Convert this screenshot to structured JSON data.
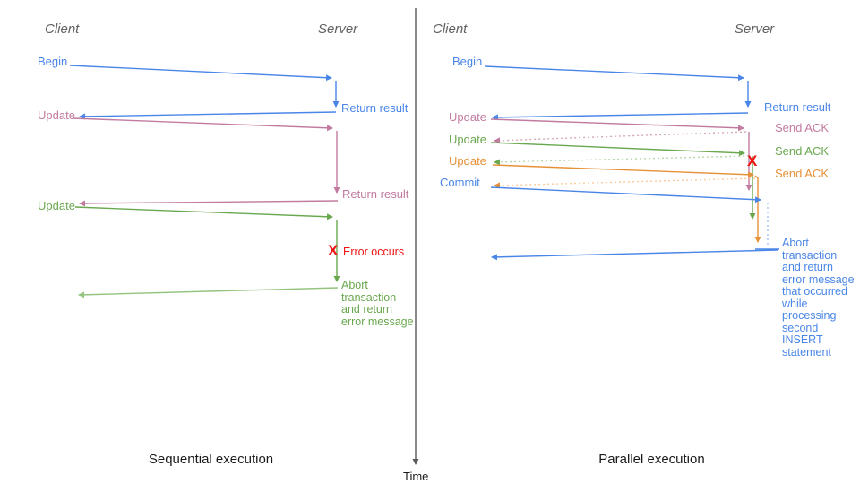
{
  "colors": {
    "blue": "#4a86e8",
    "blue_light": "#a4c2f4",
    "pink": "#c27ba0",
    "pink_light": "#d5a6bd",
    "green": "#6aa84f",
    "green_light": "#93c47d",
    "green_lighter": "#b6d7a8",
    "orange": "#e69138",
    "orange_light": "#f9cb9c",
    "red": "#f01414",
    "gray": "#616161",
    "axis": "#595959",
    "ink": "#1a1a1a"
  },
  "left": {
    "client": "Client",
    "server": "Server",
    "begin": "Begin",
    "return_result_1": "Return result",
    "update_1": "Update",
    "return_result_2": "Return result",
    "update_2": "Update",
    "error_marker": "X",
    "error_label": "Error occurs",
    "abort": "Abort\ntransaction\nand return\nerror message",
    "caption": "Sequential execution"
  },
  "right": {
    "client": "Client",
    "server": "Server",
    "begin": "Begin",
    "return_result": "Return result",
    "update_1": "Update",
    "send_ack_1": "Send ACK",
    "update_2": "Update",
    "send_ack_2": "Send ACK",
    "update_3": "Update",
    "send_ack_3": "Send ACK",
    "commit": "Commit",
    "error_marker": "X",
    "abort": "Abort\ntransaction\nand return\nerror message\nthat occurred\nwhile\nprocessing\nsecond\nINSERT\nstatement",
    "caption": "Parallel execution"
  },
  "time_label": "Time"
}
